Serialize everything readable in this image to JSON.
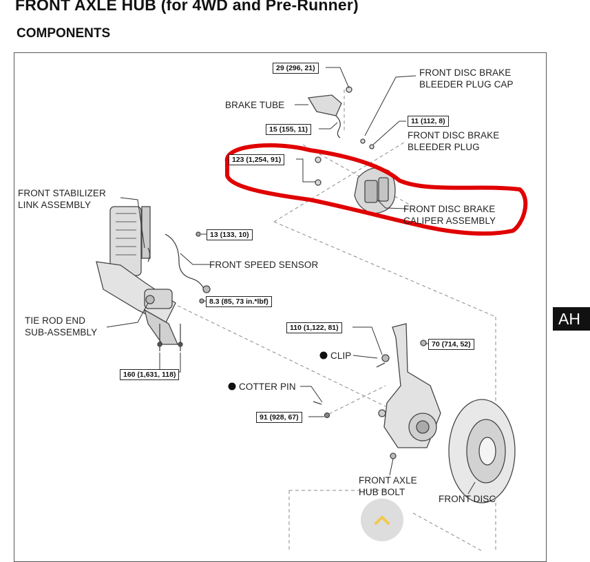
{
  "header": {
    "title": "FRONT AXLE HUB (for 4WD and Pre-Runner)",
    "subtitle": "COMPONENTS"
  },
  "side_tab": "AH",
  "labels": {
    "brake_tube": "BRAKE TUBE",
    "bleeder_cap": "FRONT DISC BRAKE\nBLEEDER PLUG CAP",
    "bleeder_plug": "FRONT DISC BRAKE\nBLEEDER PLUG",
    "stabilizer": "FRONT STABILIZER\nLINK ASSEMBLY",
    "caliper": "FRONT DISC BRAKE\nCALIPER ASSEMBLY",
    "speed_sensor": "FRONT SPEED SENSOR",
    "tie_rod": "TIE ROD END\nSUB-ASSEMBLY",
    "clip": "CLIP",
    "cotter_pin": "COTTER PIN",
    "hub_bolt": "FRONT AXLE\nHUB BOLT",
    "front_disc": "FRONT DISC"
  },
  "torques": {
    "t29": "29 (296, 21)",
    "t15": "15 (155, 11)",
    "t11": "11 (112, 8)",
    "t123": "123 (1,254, 91)",
    "t13": "13 (133, 10)",
    "t83": "8.3 (85, 73 in.*lbf)",
    "t110": "110 (1,122, 81)",
    "t70": "70 (714, 52)",
    "t160": "160 (1,631, 118)",
    "t91": "91 (928, 67)"
  },
  "icons": {
    "non_reusable_mark": "black-dot",
    "scroll_up": "chevron-up-icon"
  },
  "colors": {
    "highlight": "#e00000",
    "tab_bg": "#111111",
    "scroll_btn_arrow": "#f2c94c"
  }
}
